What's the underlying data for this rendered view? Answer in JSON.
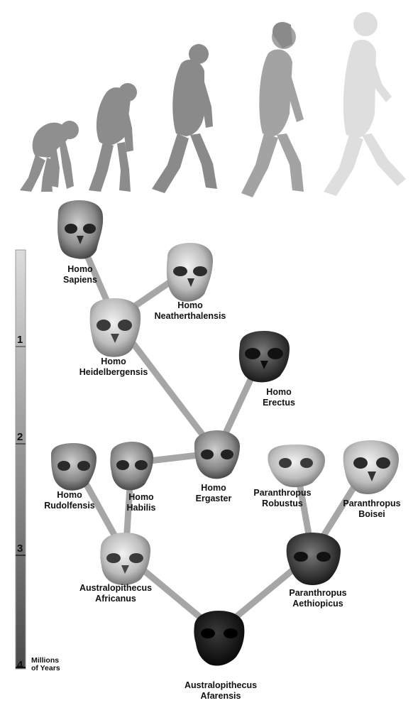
{
  "evolution_figures": [
    "primate-ancestor",
    "early-hominid",
    "upright-hominid",
    "caveman",
    "modern-human"
  ],
  "timescale": {
    "ticks": [
      "1",
      "2",
      "3",
      "4"
    ],
    "unit_line1": "Millions",
    "unit_line2": "of Years"
  },
  "species": [
    {
      "line1": "Homo",
      "line2": "Sapiens"
    },
    {
      "line1": "Homo",
      "line2": "Neatherthalensis"
    },
    {
      "line1": "Homo",
      "line2": "Heidelbergensis"
    },
    {
      "line1": "Homo",
      "line2": "Erectus"
    },
    {
      "line1": "Homo",
      "line2": "Rudolfensis"
    },
    {
      "line1": "Homo",
      "line2": "Habilis"
    },
    {
      "line1": "Homo",
      "line2": "Ergaster"
    },
    {
      "line1": "Paranthropus",
      "line2": "Robustus"
    },
    {
      "line1": "Paranthropus",
      "line2": "Boisei"
    },
    {
      "line1": "Australopithecus",
      "line2": "Africanus"
    },
    {
      "line1": "Paranthropus",
      "line2": "Aethiopicus"
    },
    {
      "line1": "Australopithecus",
      "line2": "Afarensis"
    }
  ],
  "colors": {
    "figures": "#8e8e8e",
    "branch": "#a8a8a8",
    "scale_top": "#d8d8d8",
    "scale_bottom": "#505050"
  }
}
